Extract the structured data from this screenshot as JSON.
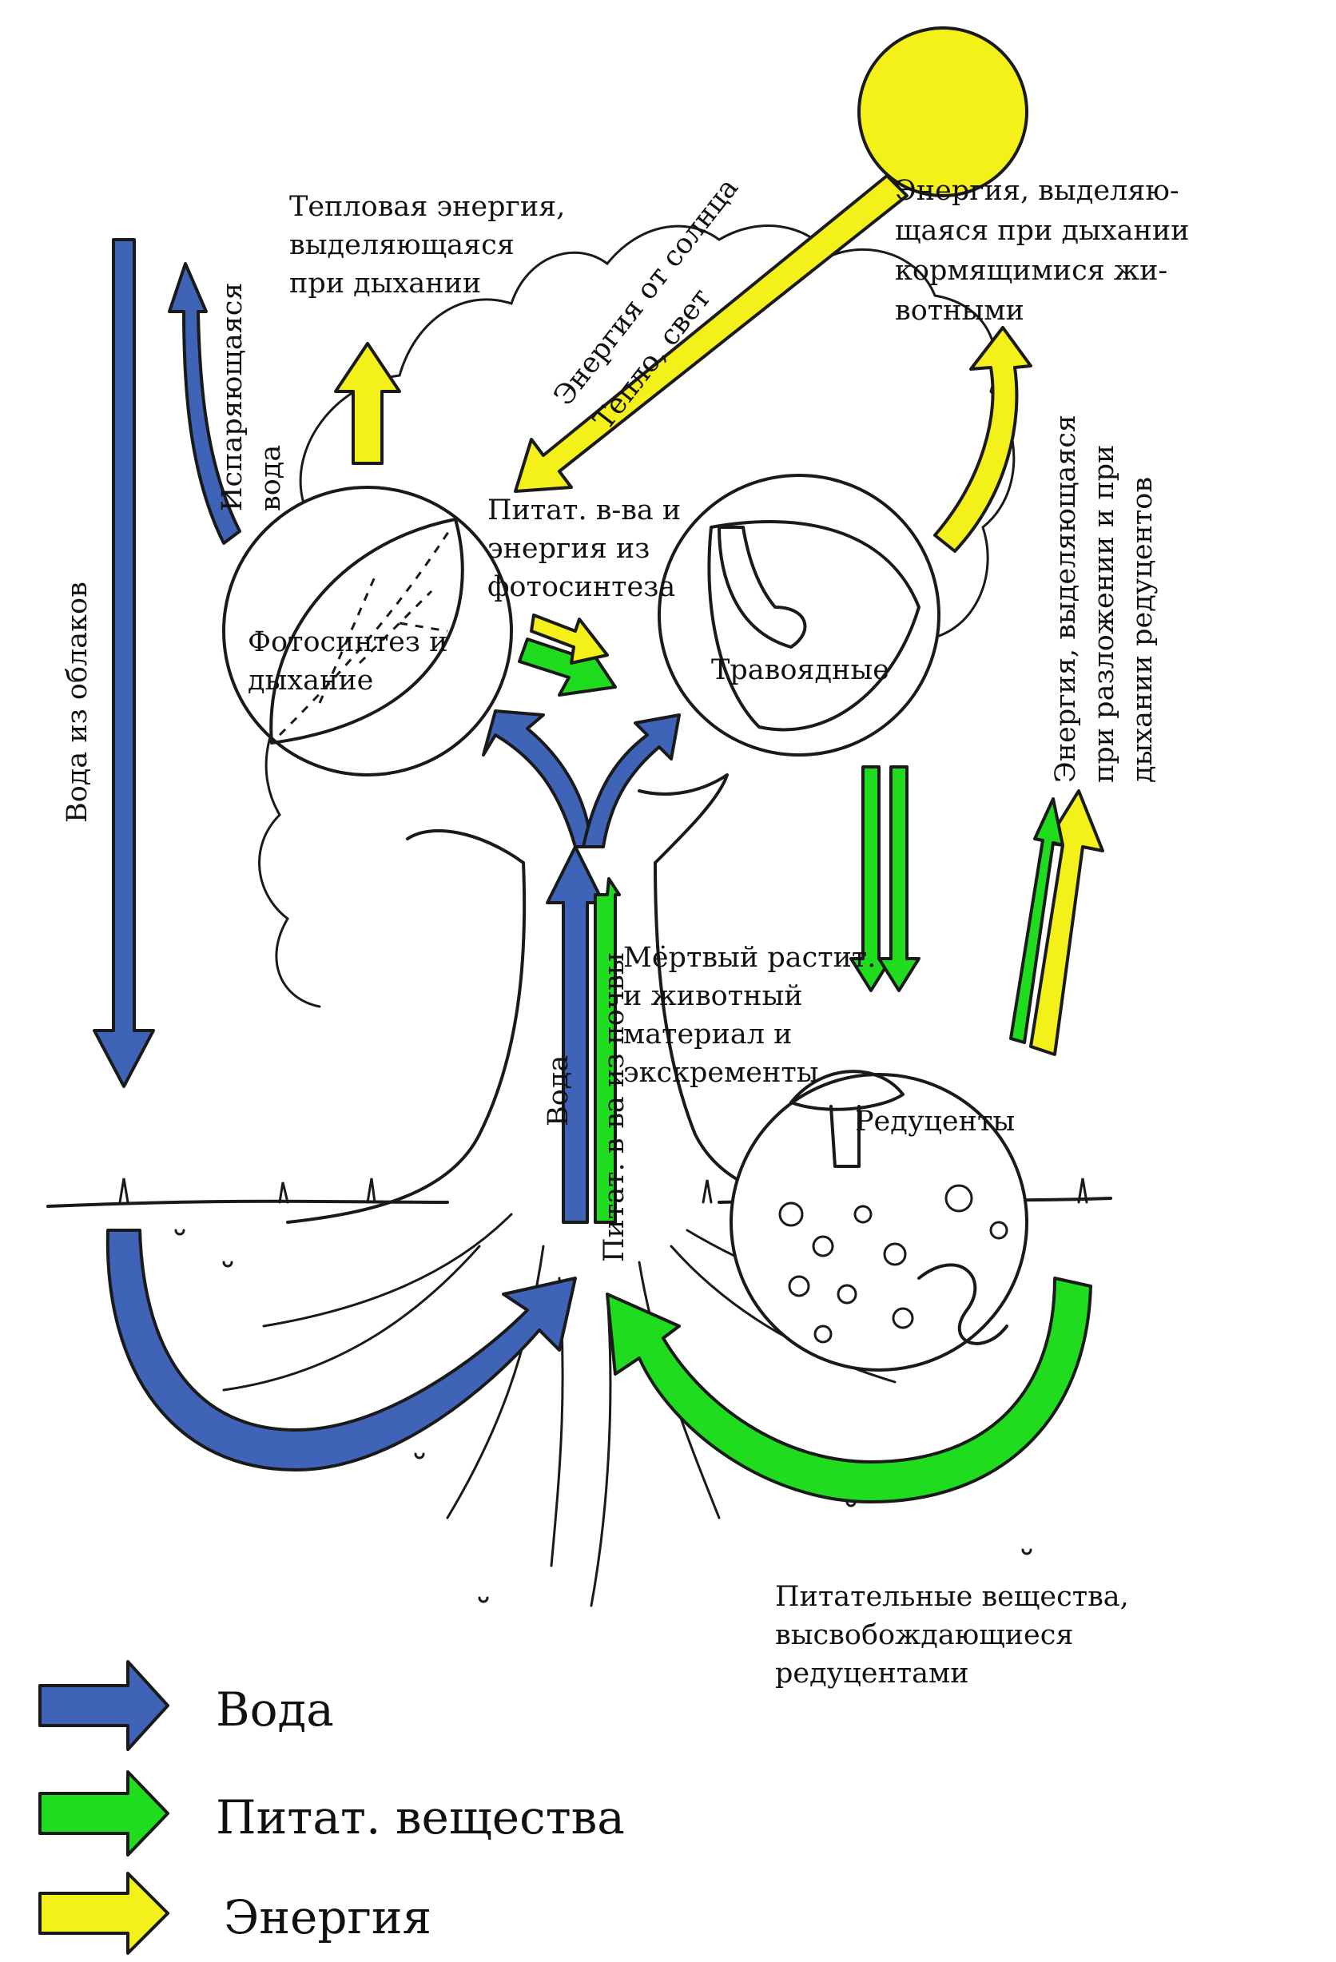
{
  "colors": {
    "water": "#3f63b6",
    "nutrients": "#1fdc1f",
    "energy": "#f3f01a",
    "ink": "#1a1a1a"
  },
  "labels": {
    "heat_energy": [
      "Тепловая энергия,",
      "выделяющаяся",
      "при дыхании"
    ],
    "sun_energy": "Энергия от солнца",
    "heat_light": "Тепло, свет",
    "animal_energy": [
      "Энергия, выделяю-",
      "щаяся при дыхании",
      "кормящимися жи-",
      "вотными"
    ],
    "evaporating_water": [
      "Испаряющаяся",
      "вода"
    ],
    "cloud_water": "Вода из облаков",
    "photo_nutrients": [
      "Питат. в-ва и",
      "энергия из",
      "фотосинтеза"
    ],
    "photosynthesis": [
      "Фотосинтез и",
      "дыхание"
    ],
    "herbivores": "Травоядные",
    "decomposer_energy": [
      "Энергия, выделяющаяся",
      "при разложении и при",
      "дыхании редуцентов"
    ],
    "dead_material": [
      "Мёртвый растит.",
      "и животный",
      "материал и",
      "экскременты"
    ],
    "decomposers": "Редуценты",
    "stem_water": "Вода",
    "soil_nutrients": "Питат. в-ва из почвы",
    "released_nutrients": [
      "Питательные вещества,",
      "высвобождающиеся",
      "редуцентами"
    ]
  },
  "legend": [
    {
      "label": "Вода",
      "color": "#3f63b6"
    },
    {
      "label": "Питат. вещества",
      "color": "#1fdc1f"
    },
    {
      "label": "Энергия",
      "color": "#f3f01a"
    }
  ]
}
